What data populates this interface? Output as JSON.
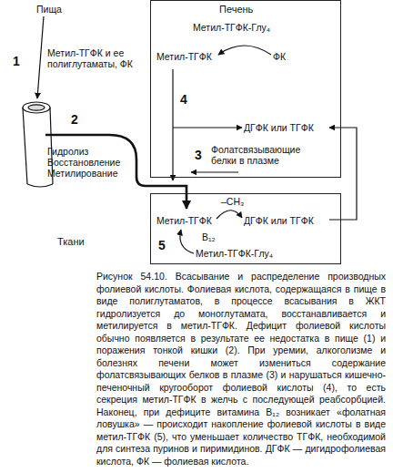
{
  "diagram": {
    "caption": "Рисунок 54.10. Всасывание и распределение производных фолиевой кислоты. Фолиевая кислота, содержащаяся в пище в виде полиглутаматов, в процессе всасывания в ЖКТ гидролизуется до моноглутамата, восстанавливается и метилируется в метил-ТГФК. Дефицит фолиевой кислоты обычно появляется в результате ее недостатка в пище (1) и поражения тонкой кишки (2). При уремии, алкоголизме и болезнях печени может измениться содержание фолатсвязывающих белков в плазме (3) и нарушаться кишечно-печеночный кругооборот фолиевой кислоты (4), то есть секреция метил-ТГФК в желчь с последующей реабсорбцией. Наконец, при дефиците витамина B₁₂ возникает «фолатная ловушка» — происходит накопление фолиевой кислоты в виде метил-ТГФК (5), что уменьшает количество ТГФК, необходимой для синтеза пуринов и пиримидинов. ДГФК — дигидрофолиевая кислота, ФК — фолиевая кислота.",
    "nodes": [
      {
        "text": [
          "Печень"
        ]
      },
      {
        "text": [
          "Ткани"
        ]
      }
    ],
    "labels": [
      "Пища",
      "1",
      "Метил-ТГФК и ее полиглутаматы, ФК",
      "2",
      "Гидролиз Восстановление Метилирование",
      "Метил-ТГФК-Глу₄",
      "Метил-ТГФК",
      "ФК",
      "4",
      "ДГФК или ТГФК",
      "Фолатсвязывающие белки в плазме",
      "3",
      "Метил-ТГФК",
      "–CH₃",
      "ДГФК или ТГФК",
      "5",
      "B₁₂",
      "Метил-ТГФК-Глу₄"
    ]
  }
}
